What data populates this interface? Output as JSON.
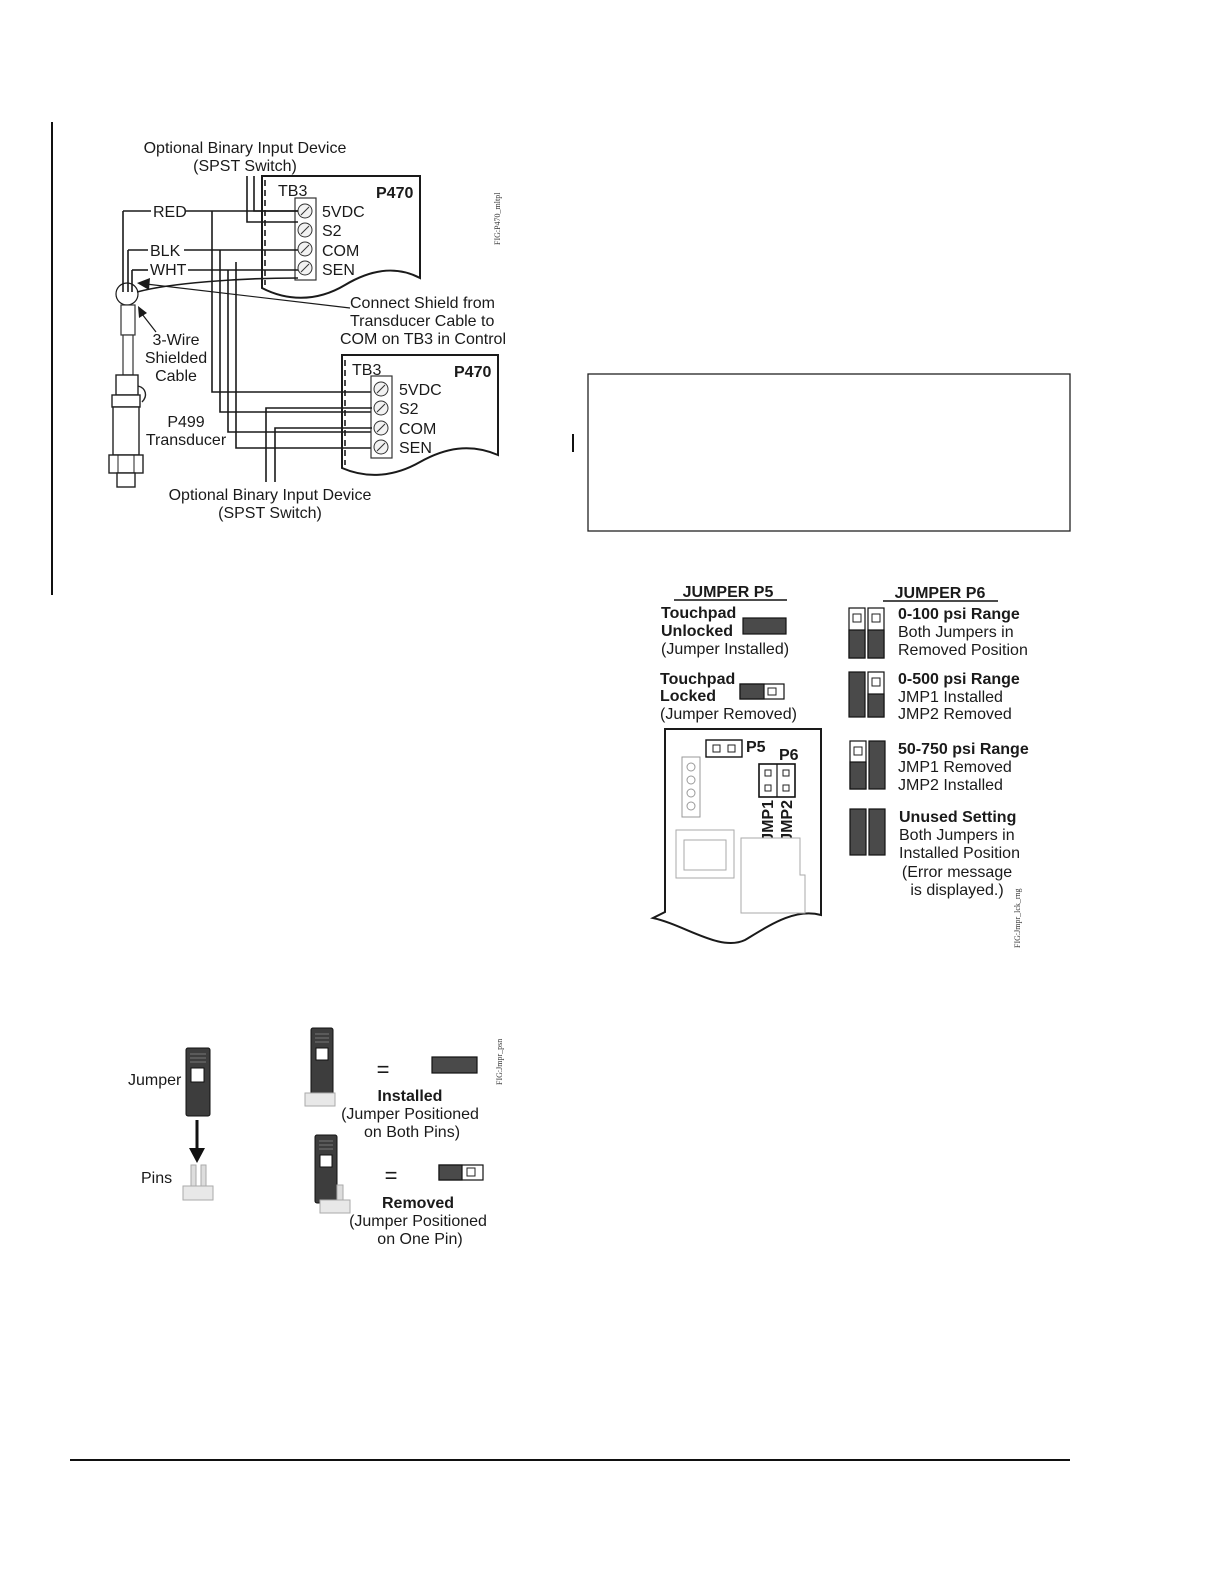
{
  "wiring": {
    "top_device": [
      "Optional Binary Input Device",
      "(SPST Switch)"
    ],
    "bottom_device": [
      "Optional Binary Input Device",
      "(SPST Switch)"
    ],
    "tb_label": "TB3",
    "board_label": "P470",
    "terminals": [
      "5VDC",
      "S2",
      "COM",
      "SEN"
    ],
    "wires": [
      "RED",
      "BLK",
      "WHT"
    ],
    "shield_note": [
      "Connect Shield from",
      "Transducer Cable to",
      "COM on TB3 in Control"
    ],
    "cable": [
      "3-Wire",
      "Shielded",
      "Cable"
    ],
    "transducer": [
      "P499",
      "Transducer"
    ],
    "fig_id": "FIG:P470_mltpl"
  },
  "jumpers": {
    "p5_title": "JUMPER P5",
    "p6_title": "JUMPER P6",
    "unlocked": [
      "Touchpad",
      "Unlocked",
      "(Jumper Installed)"
    ],
    "locked": [
      "Touchpad",
      "Locked",
      "(Jumper Removed)"
    ],
    "board": {
      "p5": "P5",
      "p6": "P6",
      "jmp1": "JMP1",
      "jmp2": "JMP2"
    },
    "p6_settings": [
      {
        "title": "0-100 psi Range",
        "lines": [
          "Both Jumpers in",
          "Removed Position"
        ]
      },
      {
        "title": "0-500 psi Range",
        "lines": [
          "JMP1 Installed",
          "JMP2 Removed"
        ]
      },
      {
        "title": "50-750 psi Range",
        "lines": [
          "JMP1 Removed",
          "JMP2 Installed"
        ]
      },
      {
        "title": "Unused Setting",
        "lines": [
          "Both Jumpers in",
          "Installed Position",
          "(Error message",
          "is displayed.)"
        ]
      }
    ],
    "fig_id": "FIG:Jmpr_lck_rng"
  },
  "positions": {
    "jumper_label": "Jumper",
    "pins_label": "Pins",
    "equals": "=",
    "installed": [
      "Installed",
      "(Jumper Positioned",
      "on Both Pins)"
    ],
    "removed": [
      "Removed",
      "(Jumper Positioned",
      "on One Pin)"
    ],
    "fig_id": "FIG:Jmpr_psn"
  }
}
